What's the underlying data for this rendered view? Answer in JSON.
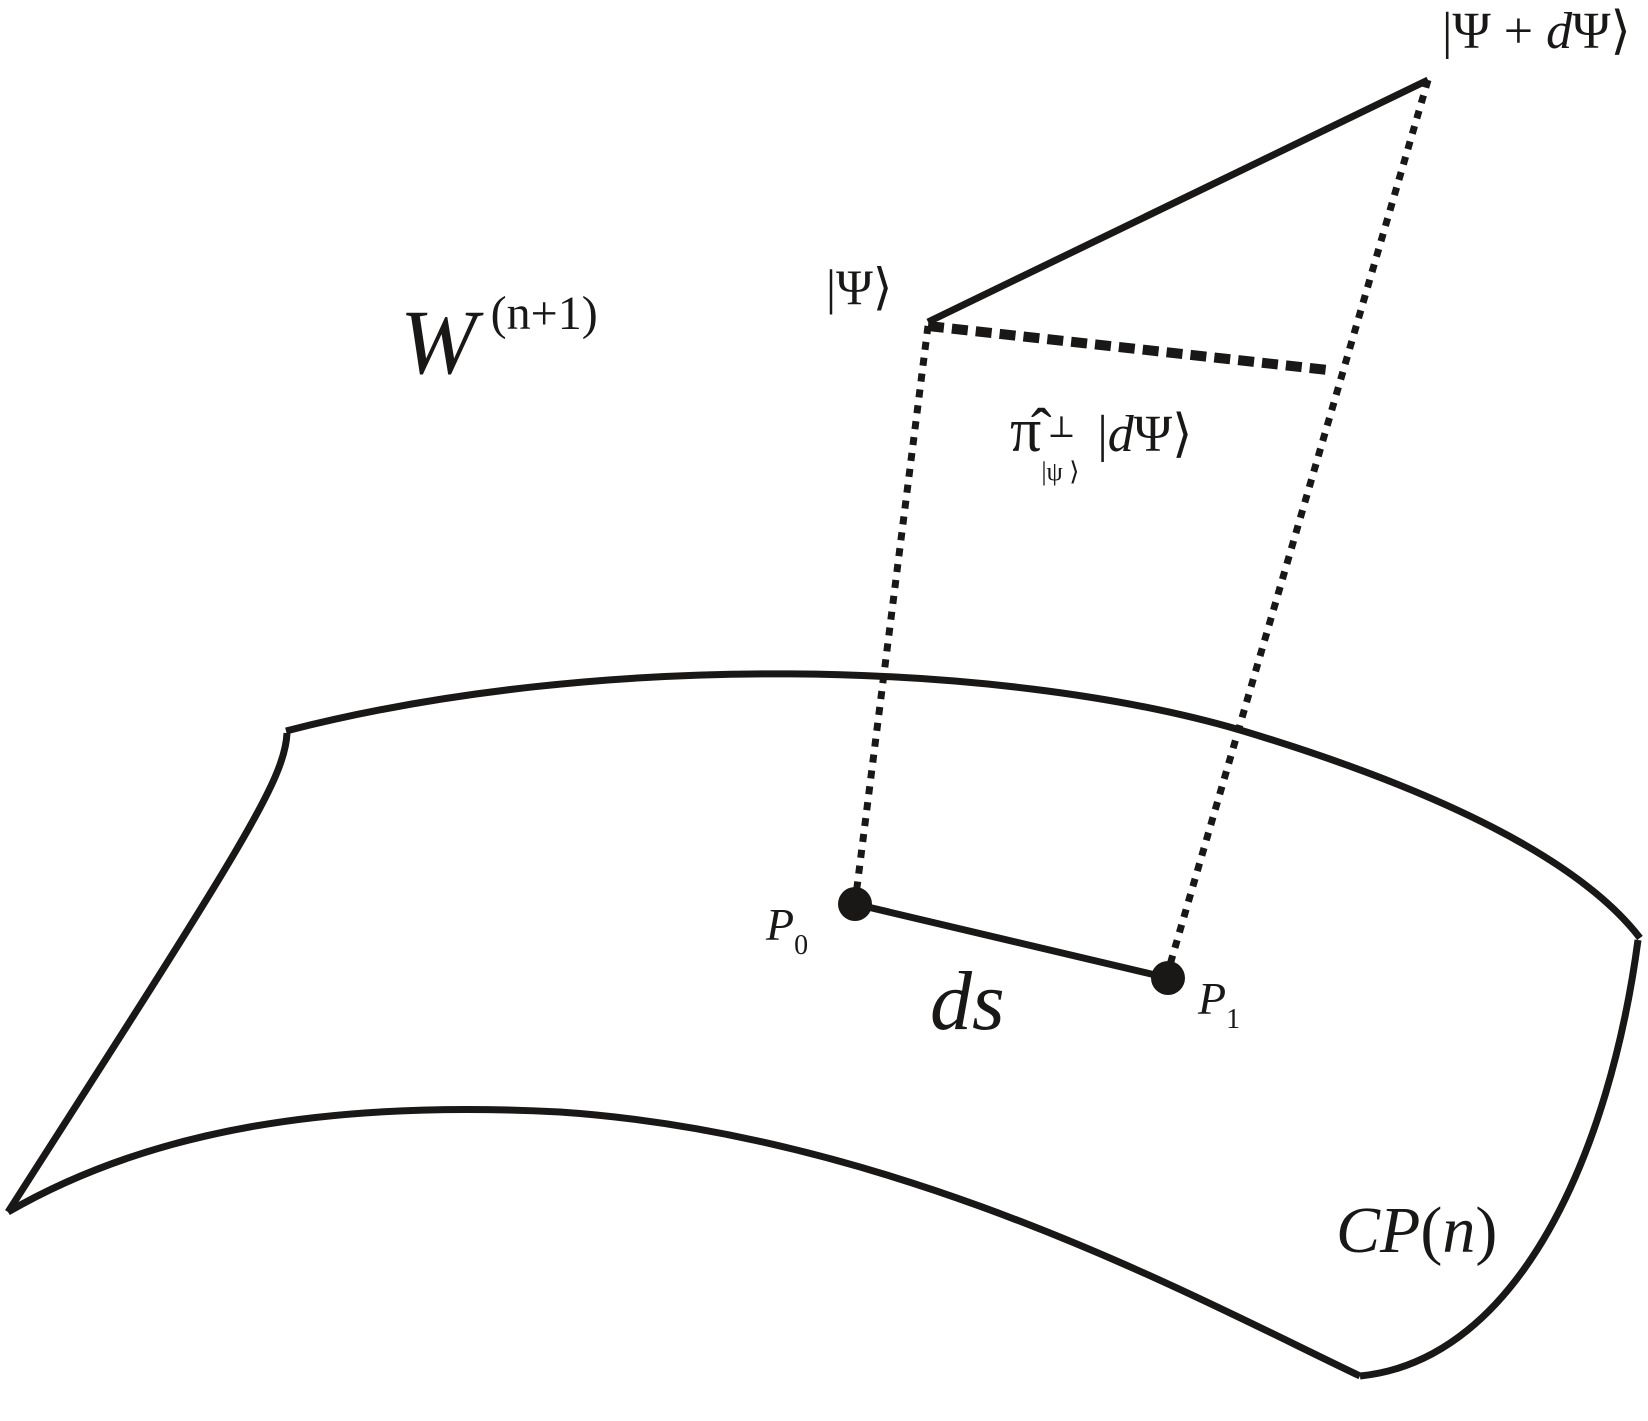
{
  "figure": {
    "type": "geometric diagram",
    "colors": {
      "stroke": "#1a1817",
      "background": "#ffffff"
    },
    "labels": {
      "ambient_space": {
        "base": "W",
        "superscript": "(n+1)"
      },
      "psi_ket": {
        "open": "|",
        "symbol": "Ψ",
        "close": "⟩"
      },
      "psi_plus_dpsi_ket": {
        "open": "|",
        "symbol": "Ψ",
        "op": " + ",
        "d": "d",
        "symbol2": "Ψ",
        "close": "⟩"
      },
      "projection": {
        "operator": "π̂",
        "superscript": "⊥",
        "subscript": "|ψ ⟩",
        "ket_open": "|",
        "d": "d",
        "symbol": "Ψ",
        "ket_close": "⟩"
      },
      "point_0": {
        "base": "P",
        "subscript": "0"
      },
      "point_1": {
        "base": "P",
        "subscript": "1"
      },
      "line_element": "ds",
      "manifold": {
        "base": "CP",
        "arg_open": "(",
        "arg": "n",
        "arg_close": ")"
      }
    },
    "elements": {
      "vector_segment": {
        "from": "|Ψ⟩",
        "to": "|Ψ + dΨ⟩",
        "style": "solid"
      },
      "projection_segment": {
        "style": "dashed-thick"
      },
      "projection_lines": {
        "count": 2,
        "style": "dotted"
      },
      "geodesic_segment": {
        "from": "P0",
        "to": "P1",
        "label": "ds",
        "style": "solid"
      },
      "surface": {
        "name": "CP(n)",
        "style": "curved patch outline"
      }
    }
  }
}
